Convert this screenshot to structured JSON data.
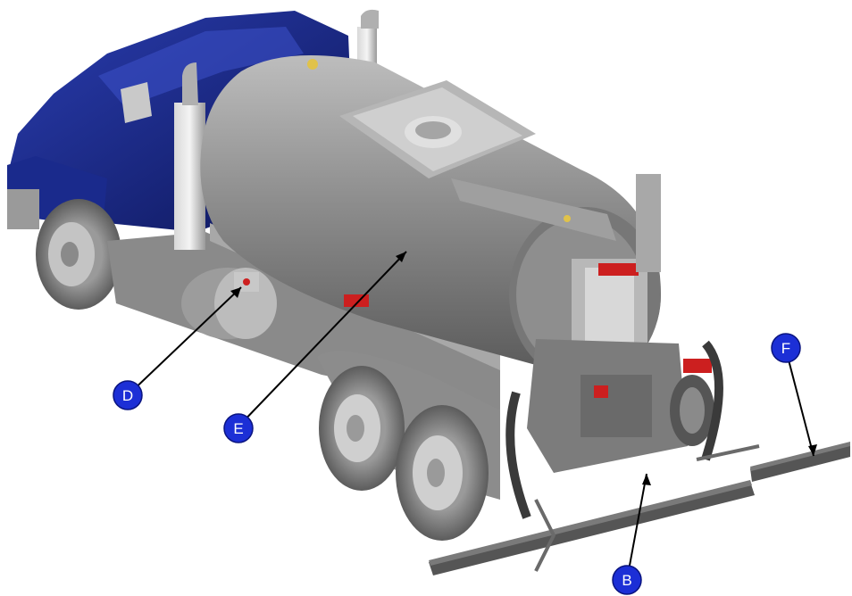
{
  "diagram": {
    "subject": "distributor-truck-rear-view",
    "colors": {
      "cab": "#1a2a8c",
      "cab_shadow": "#0d1658",
      "tank": "#8c8c8c",
      "tank_light": "#b4b4b4",
      "tank_dark": "#5e5e5e",
      "metal": "#9a9a9a",
      "tire": "#6e6e6e",
      "hubcap": "#c8c8c8",
      "accent_red": "#cc1f1f",
      "callout_fill": "#1c2fd6",
      "callout_text": "#ffffff",
      "leader": "#000000"
    },
    "callouts": [
      {
        "id": "D",
        "label": "D",
        "target": "manifold-valve"
      },
      {
        "id": "E",
        "label": "E",
        "target": "tank"
      },
      {
        "id": "F",
        "label": "F",
        "target": "spray-bar-extension"
      },
      {
        "id": "B",
        "label": "B",
        "target": "spray-bar-center"
      }
    ]
  }
}
